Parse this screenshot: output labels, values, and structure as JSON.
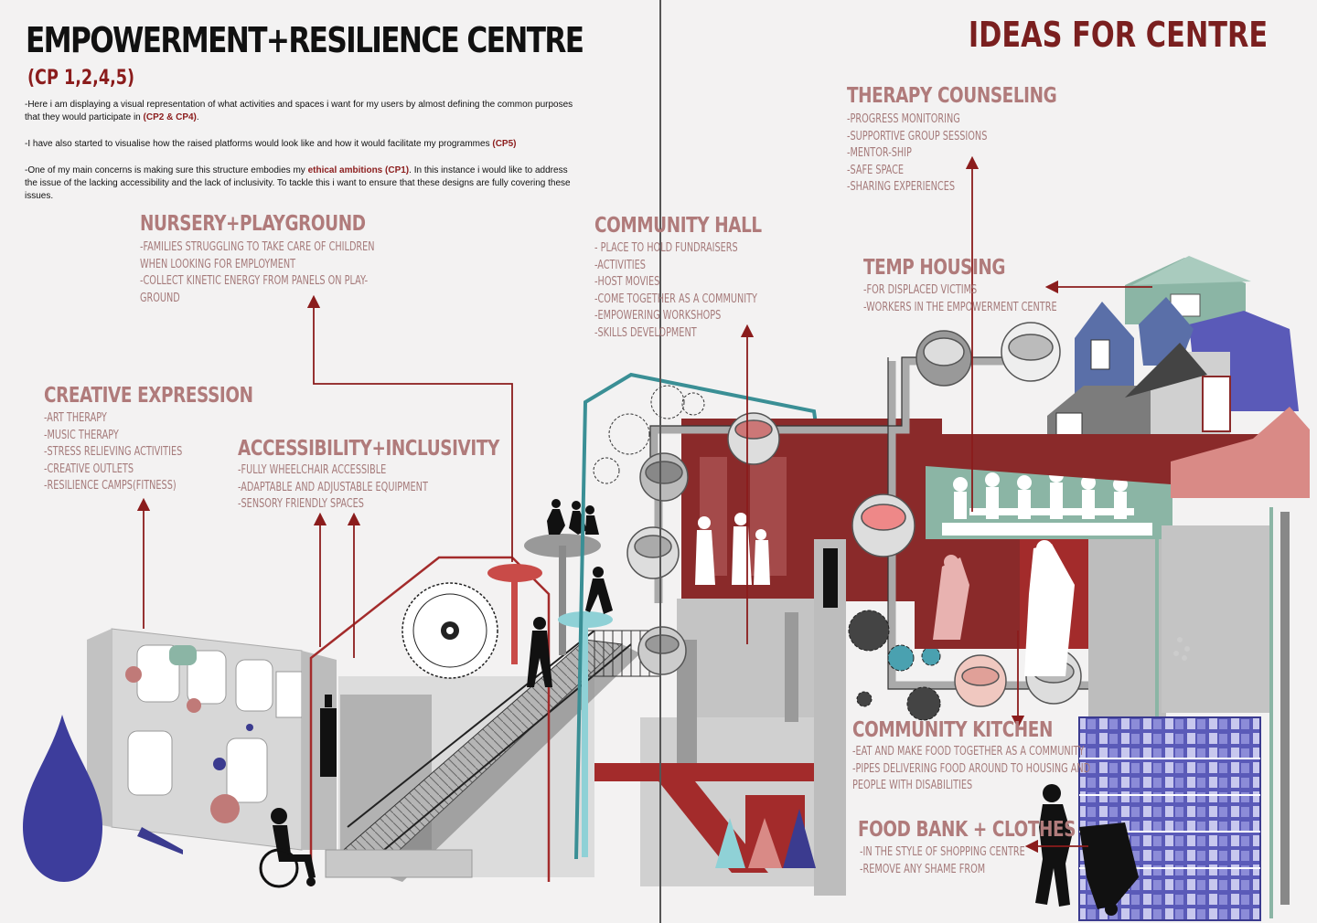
{
  "header": {
    "title": "EMPOWERMENT+RESILIENCE CENTRE",
    "subtitle": "(CP 1,2,4,5)",
    "right_title": "IDEAS FOR CENTRE"
  },
  "intro": {
    "p1_a": "-Here i am displaying a visual representation of what activities and spaces  i want for my users by almost defining the common purposes that they would participate in ",
    "p1_b": "(CP2 & CP4)",
    "p1_c": ".",
    "p2_a": "-I have also started to visualise how the raised platforms would look like and how it would facilitate my programmes ",
    "p2_b": "(CP5)",
    "p3_a": "-One of my main concerns is making sure this structure embodies my ",
    "p3_b": "ethical ambitions (CP1)",
    "p3_c": ". In this instance i would like to address the issue of the lacking accessibility  and the lack of inclusivity. To tackle this i want to ensure that these designs are fully covering these issues."
  },
  "sections": {
    "nursery": {
      "heading": "NURSERY+PLAYGROUND",
      "items": [
        "-FAMILIES STRUGGLING TO TAKE CARE OF CHILDREN",
        "WHEN LOOKING FOR EMPLOYMENT",
        "-COLLECT KINETIC ENERGY FROM PANELS ON PLAY-",
        "GROUND"
      ]
    },
    "creative": {
      "heading": "CREATIVE EXPRESSION",
      "items": [
        "-ART THERAPY",
        "-MUSIC THERAPY",
        "-STRESS RELIEVING ACTIVITIES",
        "-CREATIVE OUTLETS",
        "-RESILIENCE CAMPS(FITNESS)"
      ]
    },
    "access": {
      "heading": "ACCESSIBILITY+INCLUSIVITY",
      "items": [
        "-FULLY WHEELCHAIR ACCESSIBLE",
        "-ADAPTABLE AND ADJUSTABLE EQUIPMENT",
        "-SENSORY FRIENDLY SPACES"
      ]
    },
    "hall": {
      "heading": "COMMUNITY HALL",
      "items": [
        "- PLACE TO HOLD FUNDRAISERS",
        "-ACTIVITIES",
        "-HOST MOVIES",
        "-COME TOGETHER AS A COMMUNITY",
        "-EMPOWERING WORKSHOPS",
        "-SKILLS DEVELOPMENT"
      ]
    },
    "therapy": {
      "heading": "THERAPY COUNSELING",
      "items": [
        "-PROGRESS MONITORING",
        "-SUPPORTIVE GROUP SESSIONS",
        "-MENTOR-SHIP",
        "-SAFE SPACE",
        "-SHARING EXPERIENCES"
      ]
    },
    "housing": {
      "heading": "TEMP HOUSING",
      "items": [
        "-FOR DISPLACED VICTIMS",
        "-WORKERS IN THE EMPOWERMENT CENTRE"
      ]
    },
    "kitchen": {
      "heading": "COMMUNITY KITCHEN",
      "items": [
        "-EAT AND MAKE FOOD TOGETHER AS A COMMUNITY",
        "-PIPES DELIVERING FOOD AROUND TO HOUSING AND",
        "PEOPLE WITH DISABILITIES"
      ]
    },
    "foodbank": {
      "heading": "FOOD BANK + CLOTHES",
      "items": [
        "-IN THE STYLE OF SHOPPING CENTRE",
        "-REMOVE ANY SHAME FROM"
      ]
    }
  },
  "colors": {
    "accent": "#8b1c1c",
    "heading": "#b07b7b",
    "maroon": "#8a2a2a",
    "teal": "#3a8f95",
    "navy": "#3b3b8f",
    "sage": "#8bb5a5",
    "salmon": "#d98a86"
  }
}
